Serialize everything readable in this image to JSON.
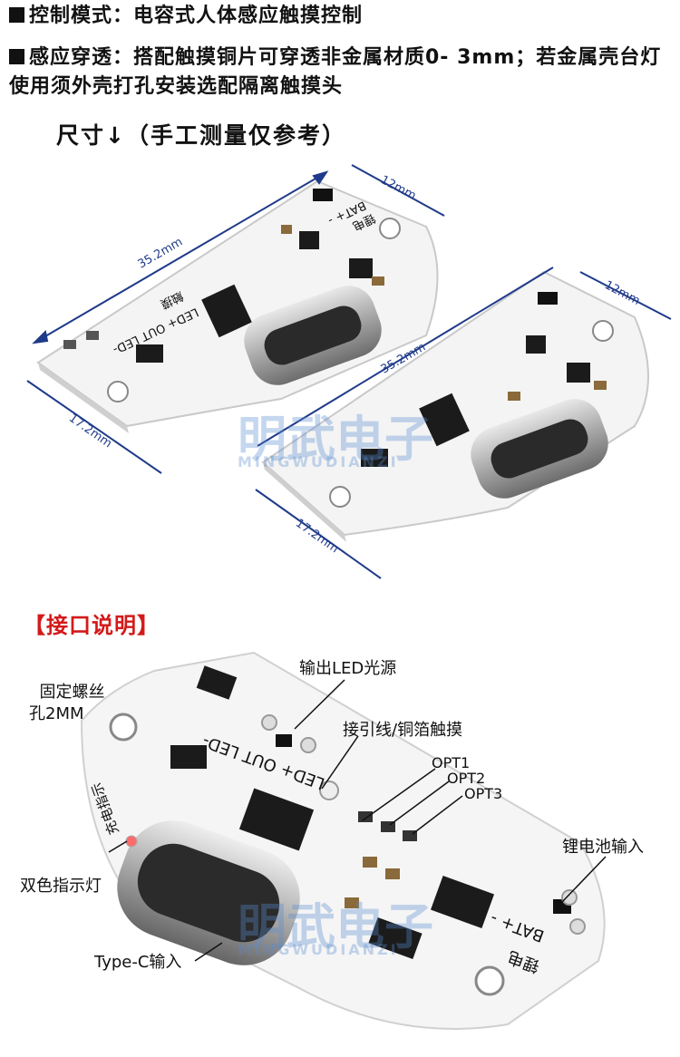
{
  "specs": [
    {
      "text": "控制模式：电容式人体感应触摸控制"
    },
    {
      "text": "感应穿透：搭配触摸铜片可穿透非金属材质0- 3mm；若金属壳台灯使用须外壳打孔安装选配隔离触摸头"
    }
  ],
  "dimensions_title": "尺寸↓（手工测量仅参考）",
  "dimension_labels": {
    "width_top": "35.2mm",
    "edge_right": "12mm",
    "height_left": "17.2mm",
    "width_top_2": "35.2mm",
    "edge_right_2": "12mm",
    "height_left_2": "17.2mm"
  },
  "board_print": {
    "bat": "BAT+ -",
    "battery_cn": "锂电",
    "led_out": "LED+ OUT LED-",
    "touch_cn": "触摸",
    "charge_cn": "充电指示"
  },
  "section_title": "【接口说明】",
  "callouts": {
    "screw_hole": "固定螺丝\n孔2MM",
    "led_output": "输出LED光源",
    "touch_lead": "接引线/铜箔触摸",
    "opt1": "OPT1",
    "opt2": "OPT2",
    "opt3": "OPT3",
    "battery_input": "锂电池输入",
    "indicator": "双色指示灯",
    "typec_input": "Type-C输入"
  },
  "watermark": {
    "cn": "明武电子",
    "en": "MINGWUDIANZI"
  },
  "colors": {
    "accent_red": "#d31a1a",
    "dim_line": "#1f3a8a",
    "board": "#f4f4f4",
    "chip": "#1b1b1b"
  }
}
